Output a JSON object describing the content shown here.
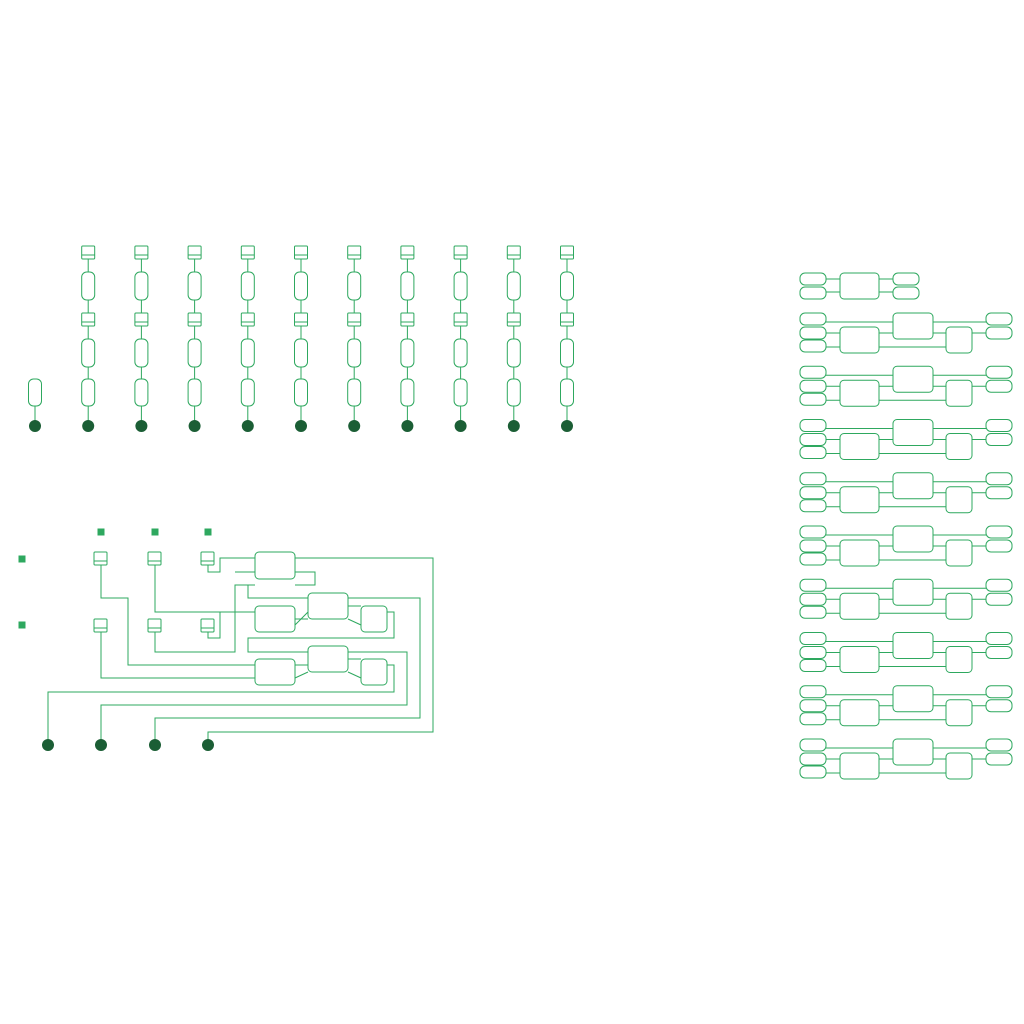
{
  "colors": {
    "line": "#2ea85f",
    "output_pin": "#1b5e35",
    "input_square": "#2ea85f",
    "background": "#ffffff"
  },
  "array_top": {
    "columns": 11,
    "first_column_blocks": 1,
    "full_column_blocks": 3
  },
  "circuit_bottom_left": {
    "inputs": 5,
    "latches": 6,
    "gates": 7,
    "outputs": 4
  },
  "array_right": {
    "header_rows": 1,
    "stages": 9
  }
}
